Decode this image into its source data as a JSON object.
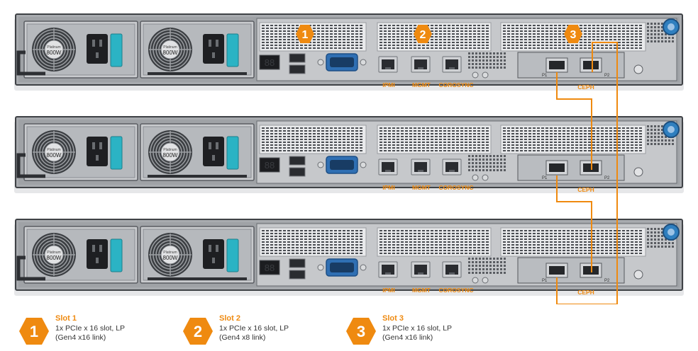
{
  "colors": {
    "accent": "#ef8a10",
    "chassis": "#8f9398",
    "chassis_dark": "#3a3d41",
    "psu_clip": "#2bb3c4",
    "thumbscrew": "#2f7fbf"
  },
  "servers": [
    {
      "psus": [
        {
          "label": "Platinum",
          "watt": "800W"
        },
        {
          "label": "Platinum",
          "watt": "800W"
        }
      ],
      "slot_badges": [
        "1",
        "2",
        "3"
      ],
      "port_labels": {
        "ipmi": "IPMI",
        "mgmt": "MGMT",
        "corosync": "COROSYNC",
        "ceph": "CEPH"
      },
      "nic_ports": [
        "P1",
        "P2"
      ]
    },
    {
      "psus": [
        {
          "label": "Platinum",
          "watt": "800W"
        },
        {
          "label": "Platinum",
          "watt": "800W"
        }
      ],
      "slot_badges": [],
      "port_labels": {
        "ipmi": "IPMI",
        "mgmt": "MGMT",
        "corosync": "COROSYNC",
        "ceph": "CEPH"
      },
      "nic_ports": [
        "P1",
        "P2"
      ]
    },
    {
      "psus": [
        {
          "label": "Platinum",
          "watt": "800W"
        },
        {
          "label": "Platinum",
          "watt": "800W"
        }
      ],
      "slot_badges": [],
      "port_labels": {
        "ipmi": "IPMI",
        "mgmt": "MGMT",
        "corosync": "COROSYNC",
        "ceph": "CEPH"
      },
      "nic_ports": [
        "P1",
        "P2"
      ]
    }
  ],
  "legend": [
    {
      "number": "1",
      "title": "Slot 1",
      "line1": "1x PCIe x 16 slot, LP",
      "line2": "(Gen4 x16 link)"
    },
    {
      "number": "2",
      "title": "Slot 2",
      "line1": "1x PCIe x 16 slot, LP",
      "line2": "(Gen4 x8 link)"
    },
    {
      "number": "3",
      "title": "Slot 3",
      "line1": "1x PCIe x 16 slot, LP",
      "line2": "(Gen4 x16 link)"
    }
  ]
}
